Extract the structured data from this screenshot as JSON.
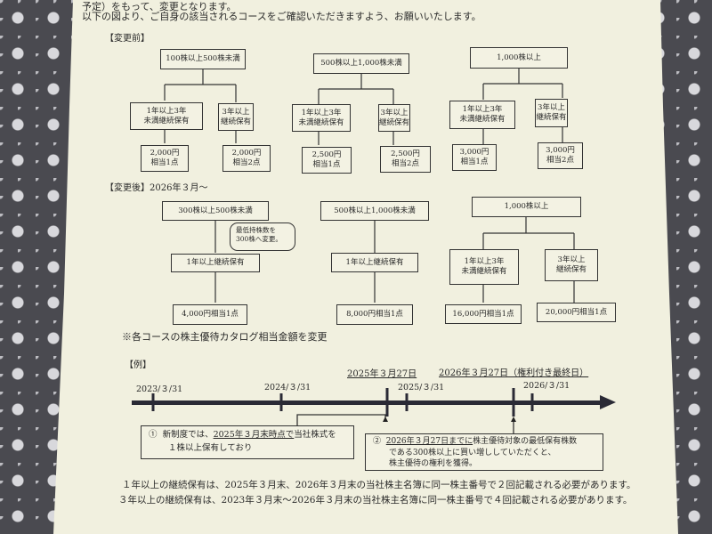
{
  "intro": {
    "line1": "予定）をもって、変更となります。",
    "line2": "以下の図より、ご自身の該当されるコースをご確認いただきますよう、お願いいたします。"
  },
  "before": {
    "heading": "【変更前】",
    "groups": [
      {
        "top": "100株以上500株未満",
        "left": [
          "1年以上3年",
          "未満継続保有"
        ],
        "right": [
          "3年以上",
          "継続保有"
        ],
        "left_reward": [
          "2,000円",
          "相当1点"
        ],
        "right_reward": [
          "2,000円",
          "相当2点"
        ]
      },
      {
        "top": "500株以上1,000株未満",
        "left": [
          "1年以上3年",
          "未満継続保有"
        ],
        "right": [
          "3年以上",
          "継続保有"
        ],
        "left_reward": [
          "2,500円",
          "相当1点"
        ],
        "right_reward": [
          "2,500円",
          "相当2点"
        ]
      },
      {
        "top": "1,000株以上",
        "left": [
          "1年以上3年",
          "未満継続保有"
        ],
        "right": [
          "3年以上",
          "継続保有"
        ],
        "left_reward": [
          "3,000円",
          "相当1点"
        ],
        "right_reward": [
          "3,000円",
          "相当2点"
        ]
      }
    ]
  },
  "after": {
    "heading": "【変更後】2026年３月～",
    "g1": {
      "top": "300株以上500株未満",
      "callout": [
        "最低持株数を",
        "300株へ変更。"
      ],
      "mid": "1年以上継続保有",
      "reward": "4,000円相当1点"
    },
    "g2": {
      "top": "500株以上1,000株未満",
      "mid": "1年以上継続保有",
      "reward": "8,000円相当1点"
    },
    "g3": {
      "top": "1,000株以上",
      "left": [
        "1年以上3年",
        "未満継続保有"
      ],
      "right": [
        "3年以上",
        "継続保有"
      ],
      "left_reward": "16,000円相当1点",
      "right_reward": "20,000円相当1点"
    },
    "note": "※各コースの株主優待カタログ相当金額を変更"
  },
  "example": {
    "heading": "【例】",
    "dates": [
      "2023/３/31",
      "2024/３/31",
      "2025/３/31",
      "2026/３/31"
    ],
    "marker1": "2025年３月27日",
    "marker2": "2026年３月27日（権利付き最終日）",
    "box1": {
      "num": "①",
      "pre": "新制度では、",
      "u": "2025年３月末時点で",
      "post": "当社株式を",
      "line2": "１株以上保有しており"
    },
    "box2": {
      "num": "②",
      "u": "2026年３月27日までに",
      "post": "株主優待対象の最低保有株数",
      "line2": "である300株以上に買い増ししていただくと、",
      "line3": "株主優待の権利を獲得。"
    }
  },
  "footer": {
    "line1": "１年以上の継続保有は、2025年３月末、2026年３月末の当社株主名簿に同一株主番号で２回記載される必要があります。",
    "line2": "３年以上の継続保有は、2023年３月末～2026年３月末の当社株主名簿に同一株主番号で４回記載される必要があります。"
  }
}
